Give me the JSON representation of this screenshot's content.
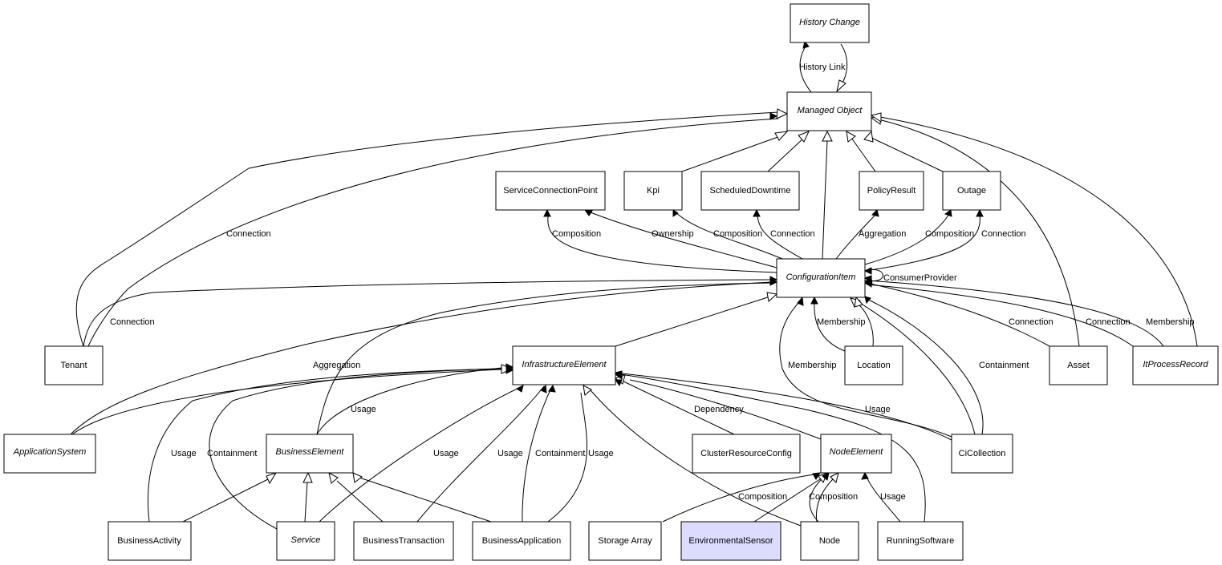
{
  "nodes": {
    "history_change": "History Change",
    "managed_object": "Managed Object",
    "service_connection_point": "ServiceConnectionPoint",
    "kpi": "Kpi",
    "scheduled_downtime": "ScheduledDowntime",
    "policy_result": "PolicyResult",
    "outage": "Outage",
    "configuration_item": "ConfigurationItem",
    "tenant": "Tenant",
    "infrastructure_element": "InfrastructureElement",
    "location": "Location",
    "asset": "Asset",
    "it_process_record": "ItProcessRecord",
    "application_system": "ApplicationSystem",
    "business_element": "BusinessElement",
    "cluster_resource_config": "ClusterResourceConfig",
    "node_element": "NodeElement",
    "ci_collection": "CiCollection",
    "business_activity": "BusinessActivity",
    "service": "Service",
    "business_transaction": "BusinessTransaction",
    "business_application": "BusinessApplication",
    "storage_array": "Storage Array",
    "environmental_sensor": "EnvironmentalSensor",
    "node": "Node",
    "running_software": "RunningSoftware"
  },
  "edge_labels": {
    "history_link": "History Link",
    "connection_tenant_mo": "Connection",
    "composition_scp": "Composition",
    "ownership_kpi": "Ownership",
    "composition_sd": "Composition",
    "connection_sd": "Connection",
    "aggregation_pr": "Aggregation",
    "composition_outage": "Composition",
    "connection_outage": "Connection",
    "consumer_provider": "ConsumerProvider",
    "connection_tenant_ci": "Connection",
    "membership_location": "Membership",
    "connection_asset": "Connection",
    "connection_itpr": "Connection",
    "membership_itpr": "Membership",
    "aggregation_as": "Aggregation",
    "membership_cic": "Membership",
    "containment_cic": "Containment",
    "usage_be": "Usage",
    "dependency_crc": "Dependency",
    "usage_cic": "Usage",
    "usage_ba": "Usage",
    "containment_service": "Containment",
    "usage_service": "Usage",
    "usage_bt": "Usage",
    "containment_bapp": "Containment",
    "usage_bapp": "Usage",
    "composition_storage": "Composition",
    "composition_node": "Composition",
    "usage_rs": "Usage"
  },
  "highlight_color": "#dcdcff"
}
